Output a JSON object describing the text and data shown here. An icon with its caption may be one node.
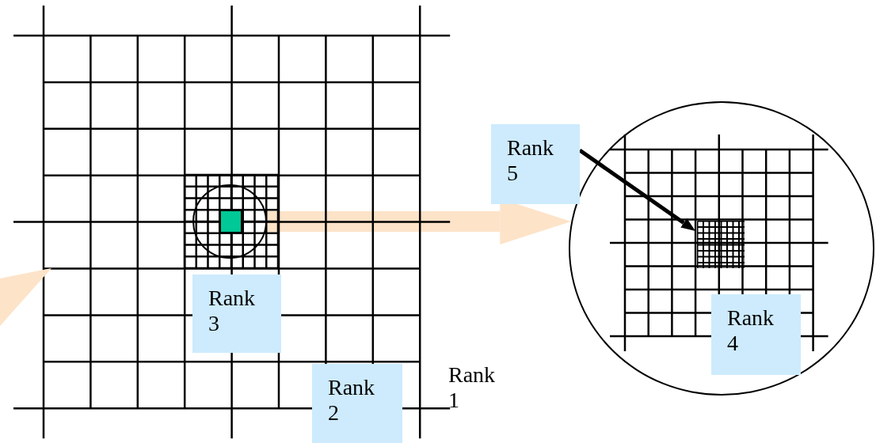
{
  "diagram": {
    "nodes": [
      {
        "text": [],
        "shape": "circle"
      },
      {
        "text": [],
        "shape": "circle"
      },
      {
        "text": [
          "Rank 5"
        ]
      },
      {
        "text": [],
        "shape": "box",
        "in": 1
      },
      {
        "text": [
          "Rank 4"
        ],
        "in": 1
      },
      {
        "text": [
          "Rank 3"
        ]
      },
      {
        "text": [
          "Rank 2"
        ]
      }
    ],
    "edges": [
      {
        "from": 0,
        "to": 1,
        "arrow": "to",
        "style": "thick",
        "color": "#fde3c8"
      },
      {
        "from": 2,
        "to": 3,
        "arrow": "to",
        "color": "#000000"
      }
    ],
    "labels": [
      "Rank 1"
    ]
  }
}
